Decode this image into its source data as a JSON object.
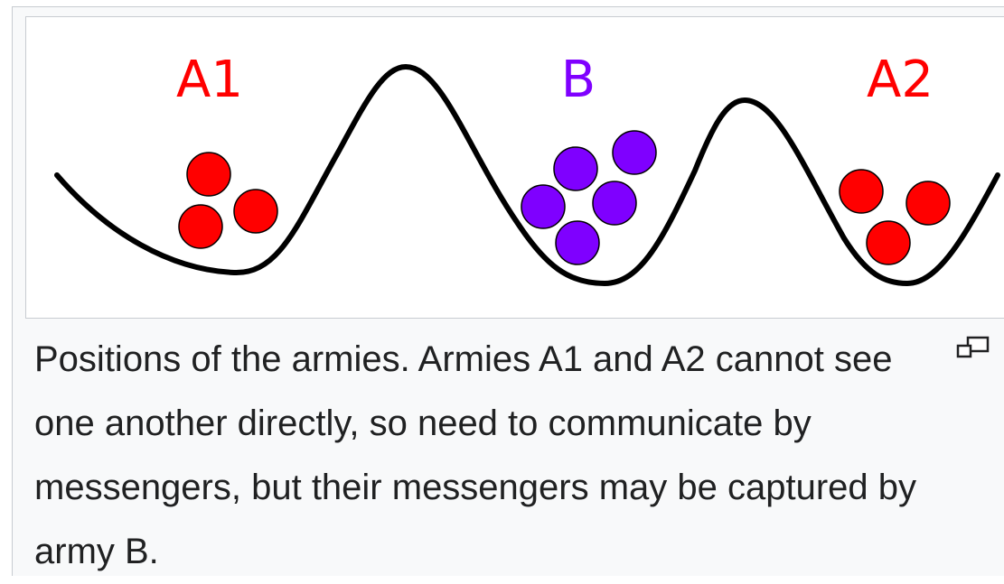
{
  "figure": {
    "label_a1": "A1",
    "label_b": "B",
    "label_a2": "A2",
    "color_a": "#ff0000",
    "color_b": "#7f00ff"
  },
  "caption": {
    "text": "Positions of the armies. Armies A1 and A2 cannot see one another directly, so need to communicate by messengers, but their messengers may be captured by army B."
  },
  "icons": {
    "magnify": "magnify-icon"
  }
}
